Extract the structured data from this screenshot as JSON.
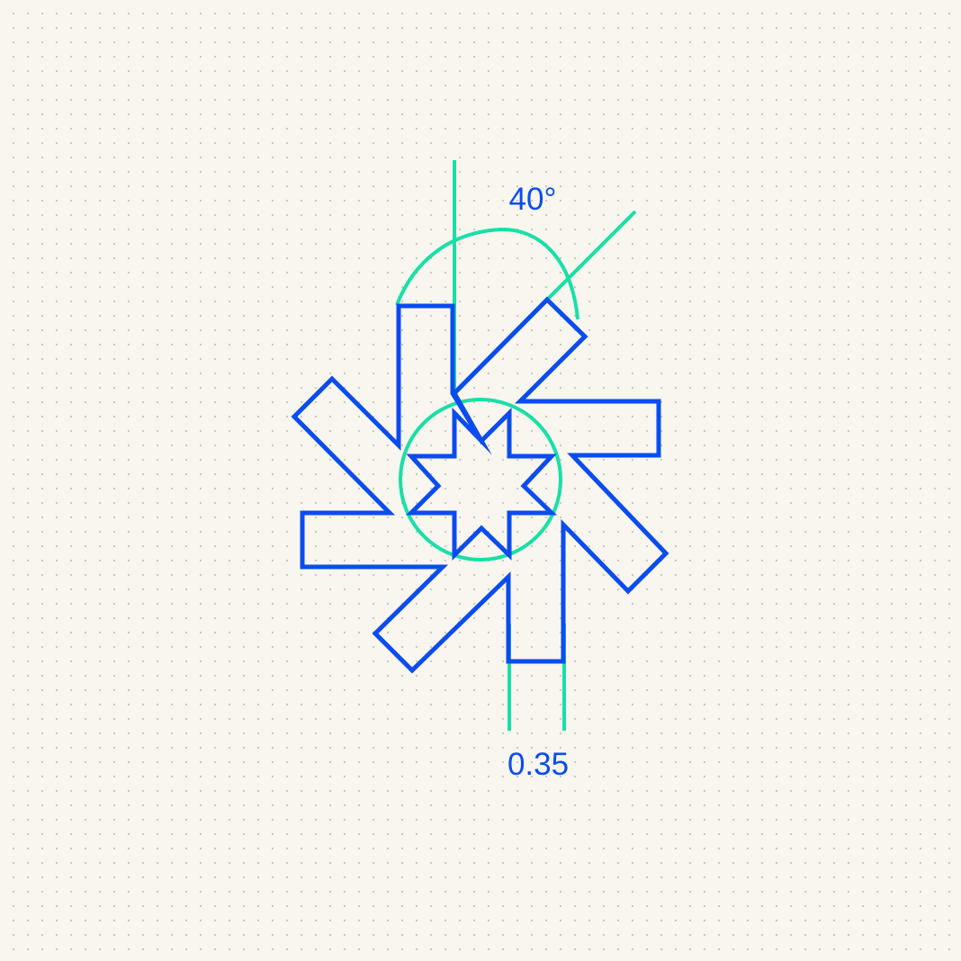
{
  "labels": {
    "angle": "40°",
    "ratio": "0.35"
  },
  "colors": {
    "shape": "#0a4cef",
    "annotation": "#17e0a6",
    "background": "#f8f6ef",
    "label": "#0a4cef"
  },
  "shape": {
    "kind": "pinwheel-star",
    "arms": 8,
    "arm_width_ratio": 0.35,
    "sweep_angle_deg": 40
  }
}
